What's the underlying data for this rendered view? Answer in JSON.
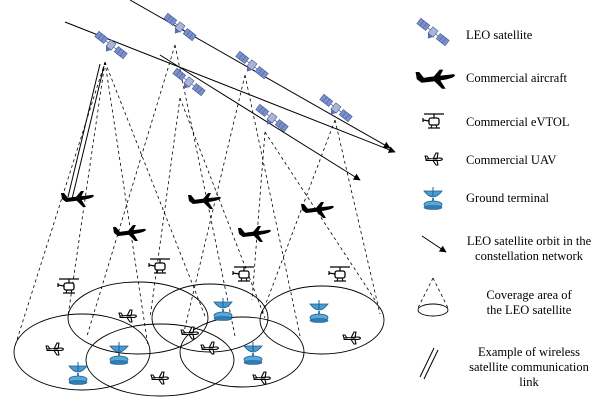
{
  "legend": {
    "leo_satellite": "LEO satellite",
    "commercial_aircraft": "Commercial aircraft",
    "commercial_evtol": "Commercial eVTOL",
    "commercial_uav": "Commercial UAV",
    "ground_terminal": "Ground terminal",
    "orbit_line1": "LEO satellite orbit in the",
    "orbit_line2": "constellation network",
    "coverage_line1": "Coverage area of",
    "coverage_line2": "the LEO satellite",
    "link_line1": "Example of wireless",
    "link_line2": "satellite communication",
    "link_line3": "link"
  },
  "colors": {
    "satellite_body": "#8d9bc9",
    "satellite_panel": "#6f86c4",
    "terminal_blue": "#3a8fc6",
    "ink": "#000000"
  },
  "icons": [
    "satellite-icon",
    "airplane-icon",
    "evtol-icon",
    "uav-icon",
    "ground-terminal-icon"
  ]
}
